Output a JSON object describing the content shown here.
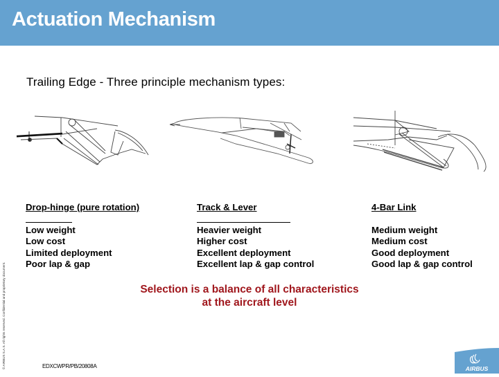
{
  "header": {
    "title": "Actuation Mechanism",
    "background_color": "#65a2d0"
  },
  "subtitle": "Trailing Edge  -  Three principle mechanism types:",
  "figures": [
    {
      "name": "drop-hinge-diagram",
      "description": "Drop-hinge flap mechanism line drawing"
    },
    {
      "name": "track-lever-diagram",
      "description": "Track & lever flap mechanism line drawing"
    },
    {
      "name": "four-bar-link-diagram",
      "description": "4-bar link flap mechanism line drawing"
    }
  ],
  "columns": [
    {
      "heading": "Drop-hinge  (pure rotation)",
      "items": [
        "Low weight",
        "Low cost",
        "Limited deployment",
        "Poor lap & gap"
      ]
    },
    {
      "heading": "Track & Lever",
      "items": [
        "Heavier weight",
        "Higher cost",
        "Excellent deployment",
        "Excellent lap & gap control"
      ]
    },
    {
      "heading": "4-Bar Link",
      "items": [
        "Medium weight",
        "Medium cost",
        "Good deployment",
        "Good lap & gap control"
      ]
    }
  ],
  "conclusion": {
    "line1": "Selection is a balance of all characteristics",
    "line2": "at the aircraft level",
    "color": "#a0171d"
  },
  "footer": {
    "copyright": "© AIRBUS S.A.S. All rights reserved. Confidential and proprietary document.",
    "doc_ref": "EDXCWPR/PB/20808A",
    "logo_text": "AIRBUS"
  }
}
